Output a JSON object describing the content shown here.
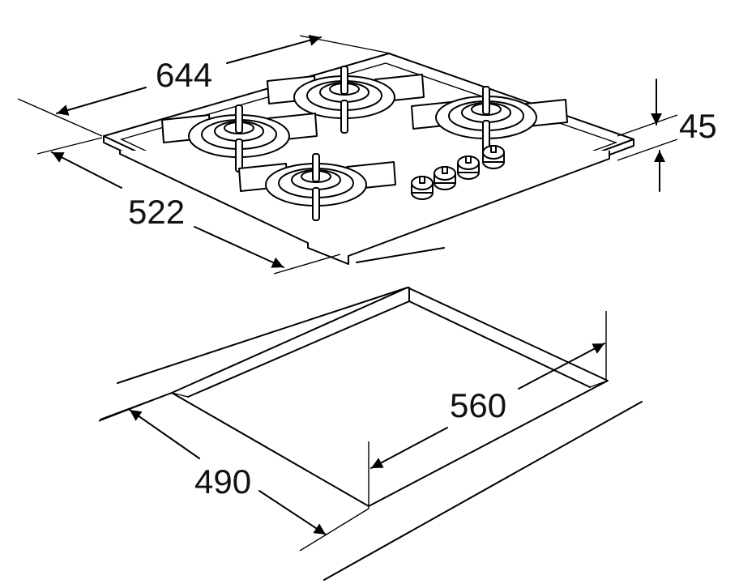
{
  "dimensions": {
    "hob_width": "644",
    "hob_depth": "522",
    "hob_height": "45",
    "cutout_width": "560",
    "cutout_depth": "490"
  }
}
